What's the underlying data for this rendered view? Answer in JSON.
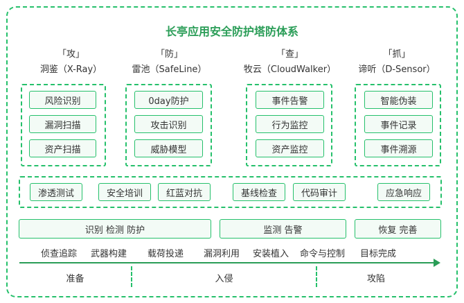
{
  "title": "长亭应用安全防护塔防体系",
  "columns": [
    {
      "bracket": "「攻」",
      "name": "洞鉴（X-Ray）",
      "items": [
        "风险识别",
        "漏洞扫描",
        "资产扫描"
      ]
    },
    {
      "bracket": "「防」",
      "name": "雷池（SafeLine）",
      "items": [
        "0day防护",
        "攻击识别",
        "威胁模型"
      ]
    },
    {
      "bracket": "「查」",
      "name": "牧云（CloudWalker）",
      "items": [
        "事件告警",
        "行为监控",
        "资产监控"
      ]
    },
    {
      "bracket": "「抓」",
      "name": "谛听（D-Sensor）",
      "items": [
        "智能伪装",
        "事件记录",
        "事件溯源"
      ]
    }
  ],
  "services": [
    "渗透测试",
    "安全培训",
    "红蓝对抗",
    "基线检查",
    "代码审计",
    "应急响应"
  ],
  "stages": [
    "识别 检测 防护",
    "监测 告警",
    "恢复 完善"
  ],
  "kill_chain": [
    "侦查追踪",
    "武器构建",
    "载荷投递",
    "漏洞利用",
    "安装植入",
    "命令与控制",
    "目标完成"
  ],
  "phases": [
    "准备",
    "入侵",
    "攻陷"
  ]
}
